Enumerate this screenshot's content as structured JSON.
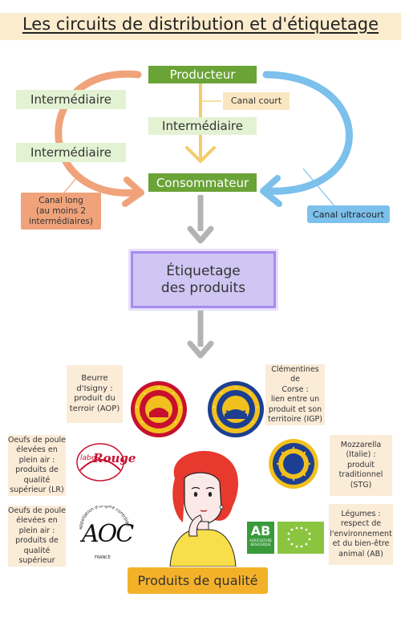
{
  "title": "Les circuits de distribution et d'étiquetage",
  "flow": {
    "producteur": "Producteur",
    "consommateur": "Consommateur",
    "intermediaire_left_1": "Intermédiaire",
    "intermediaire_left_2": "Intermédiaire",
    "intermediaire_center": "Intermédiaire",
    "canal_court": "Canal court",
    "canal_long": [
      "Canal long",
      "(au moins 2",
      "intermédiaires)"
    ],
    "canal_ultracourt": "Canal ultracourt",
    "etiquetage": [
      "Étiquetage",
      "des produits"
    ]
  },
  "labels": {
    "beurre": [
      "Beurre",
      "d'Isigny :",
      "produit du",
      "terroir (AOP)"
    ],
    "clementines": [
      "Clémentines de",
      "Corse :",
      "lien entre un",
      "produit et son",
      "territoire (IGP)"
    ],
    "oeufs_lr": [
      "Oeufs de poule",
      "élevées en",
      "plein air :",
      "produits de",
      "qualité",
      "supérieur (LR)"
    ],
    "mozzarella": [
      "Mozzarella",
      "(Italie) :",
      "produit",
      "traditionnel",
      "(STG)"
    ],
    "oeufs_aoc": [
      "Oeufs de poule",
      "élevées en",
      "plein air :",
      "produits de",
      "qualité",
      "supérieur"
    ],
    "legumes": [
      "Légumes :",
      "respect de",
      "l'environnement",
      "et du bien-être",
      "animal (AB)"
    ]
  },
  "logos": {
    "label_rouge": [
      "label",
      "Rouge"
    ],
    "aoc": [
      "appellation d'origine contrôlée",
      "AOC",
      "FRANCE"
    ],
    "ab": [
      "AB",
      "AGRICULTURE",
      "BIOLOGIQUE"
    ]
  },
  "quality_title": "Produits de qualité",
  "colors": {
    "green": "#6aa336",
    "light_green": "#e3f2d2",
    "orange_arrow": "#f0a37a",
    "blue_arrow": "#7cc0ec",
    "yellow_arrow": "#f3cc6b",
    "purple": "#a78bf0",
    "gold": "#f3b12a",
    "red_hair": "#e8392f"
  }
}
